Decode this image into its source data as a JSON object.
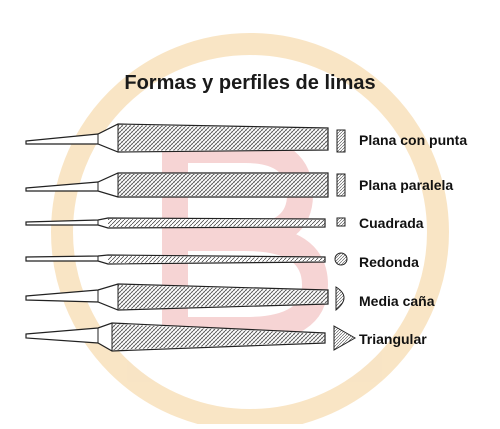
{
  "title": "Formas y perfiles de limas",
  "watermark": {
    "name": "brand-logo-watermark",
    "ring_color": "#f7dcb2",
    "letter_color": "#f3c8c8"
  },
  "files": [
    {
      "label": "Plana con punta",
      "profile": "rectangle"
    },
    {
      "label": "Plana paralela",
      "profile": "rectangle"
    },
    {
      "label": "Cuadrada",
      "profile": "square"
    },
    {
      "label": "Redonda",
      "profile": "circle"
    },
    {
      "label": "Media caña",
      "profile": "half-round"
    },
    {
      "label": "Triangular",
      "profile": "triangle"
    }
  ]
}
